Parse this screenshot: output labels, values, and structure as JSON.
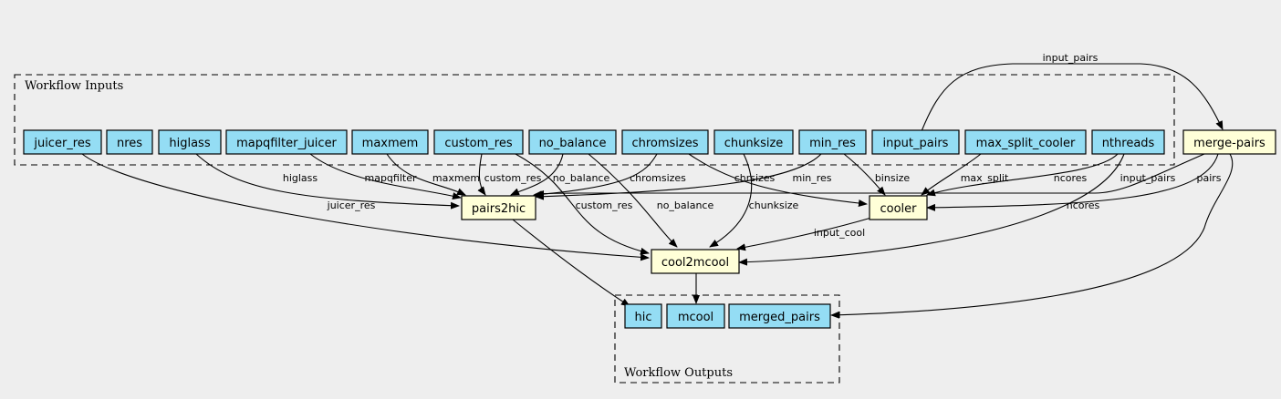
{
  "clusters": {
    "inputs_label": "Workflow Inputs",
    "outputs_label": "Workflow Outputs"
  },
  "nodes": {
    "juicer_res": "juicer_res",
    "nres": "nres",
    "higlass": "higlass",
    "mapqfilter_juicer": "mapqfilter_juicer",
    "maxmem": "maxmem",
    "custom_res": "custom_res",
    "no_balance": "no_balance",
    "chromsizes": "chromsizes",
    "chunksize": "chunksize",
    "min_res": "min_res",
    "input_pairs": "input_pairs",
    "max_split_cooler": "max_split_cooler",
    "nthreads": "nthreads",
    "merge_pairs": "merge-pairs",
    "pairs2hic": "pairs2hic",
    "cooler": "cooler",
    "cool2mcool": "cool2mcool",
    "hic": "hic",
    "mcool": "mcool",
    "merged_pairs": "merged_pairs"
  },
  "edges": {
    "input_pairs_merge": "input_pairs",
    "higlass": "higlass",
    "mapqfilter": "mapqfilter",
    "maxmem": "maxmem",
    "custom_res_p2h": "custom_res",
    "no_balance_p2h": "no_balance",
    "chromsizes_p2h": "chromsizes",
    "chrsizes": "chrsizes",
    "min_res": "min_res",
    "binsize": "binsize",
    "max_split": "max_split",
    "ncores_cooler": "ncores",
    "input_pairs_cooler": "input_pairs",
    "pairs": "pairs",
    "juicer_res": "juicer_res",
    "custom_res_cm": "custom_res",
    "no_balance_cm": "no_balance",
    "chunksize": "chunksize",
    "input_cool": "input_cool",
    "ncores_cm": "ncores"
  }
}
